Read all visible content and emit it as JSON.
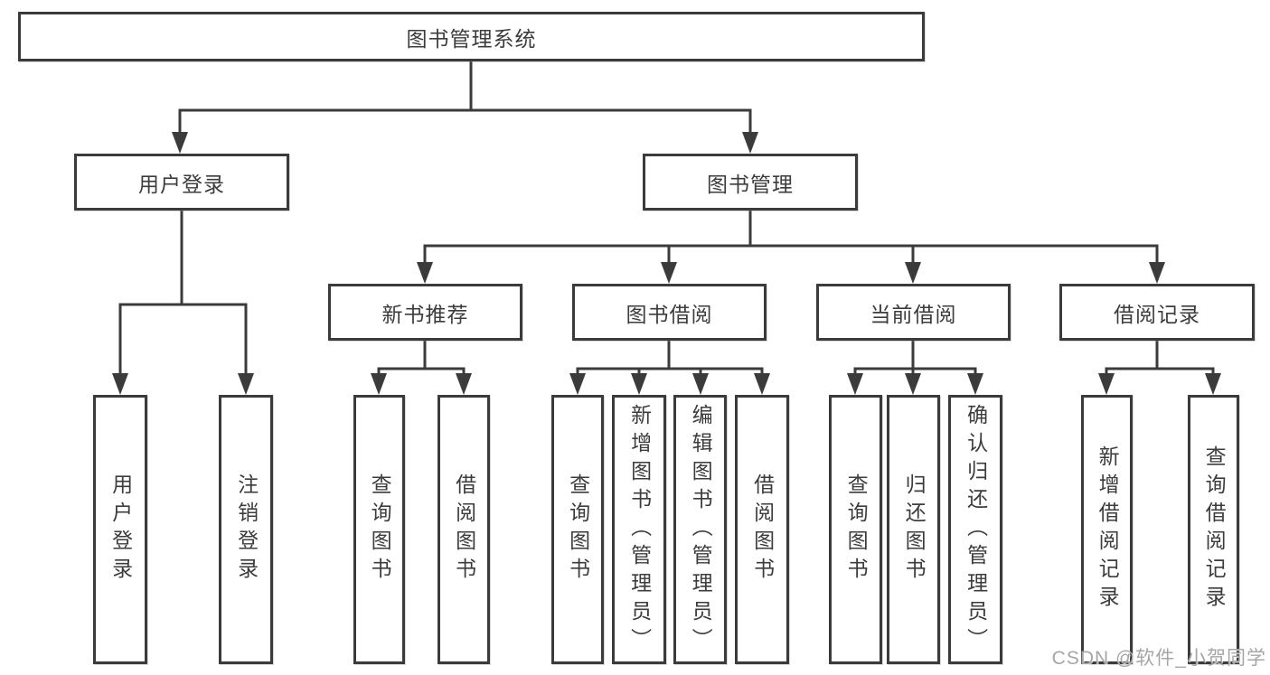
{
  "tree": {
    "root_label": "图书管理系统",
    "branches": [
      {
        "label": "用户登录",
        "children": [
          {
            "label": "用户登录"
          },
          {
            "label": "注销登录"
          }
        ]
      },
      {
        "label": "图书管理",
        "sections": [
          {
            "label": "新书推荐",
            "children": [
              {
                "label": "查询图书"
              },
              {
                "label": "借阅图书"
              }
            ]
          },
          {
            "label": "图书借阅",
            "children": [
              {
                "label": "查询图书"
              },
              {
                "label": "新增图书（管理员）"
              },
              {
                "label": "编辑图书（管理员）"
              },
              {
                "label": "借阅图书"
              }
            ]
          },
          {
            "label": "当前借阅",
            "children": [
              {
                "label": "查询图书"
              },
              {
                "label": "归还图书"
              },
              {
                "label": "确认归还（管理员）"
              }
            ]
          },
          {
            "label": "借阅记录",
            "children": [
              {
                "label": "新增借阅记录"
              },
              {
                "label": "查询借阅记录"
              }
            ]
          }
        ]
      }
    ]
  },
  "watermark": {
    "text": "CSDN @软件_小贺同学"
  },
  "colors": {
    "line": "#3b3b3b",
    "text": "#3c3c3c",
    "background": "#ffffff",
    "box_fill": "#ffffff",
    "watermark": "#a6a6a6"
  }
}
